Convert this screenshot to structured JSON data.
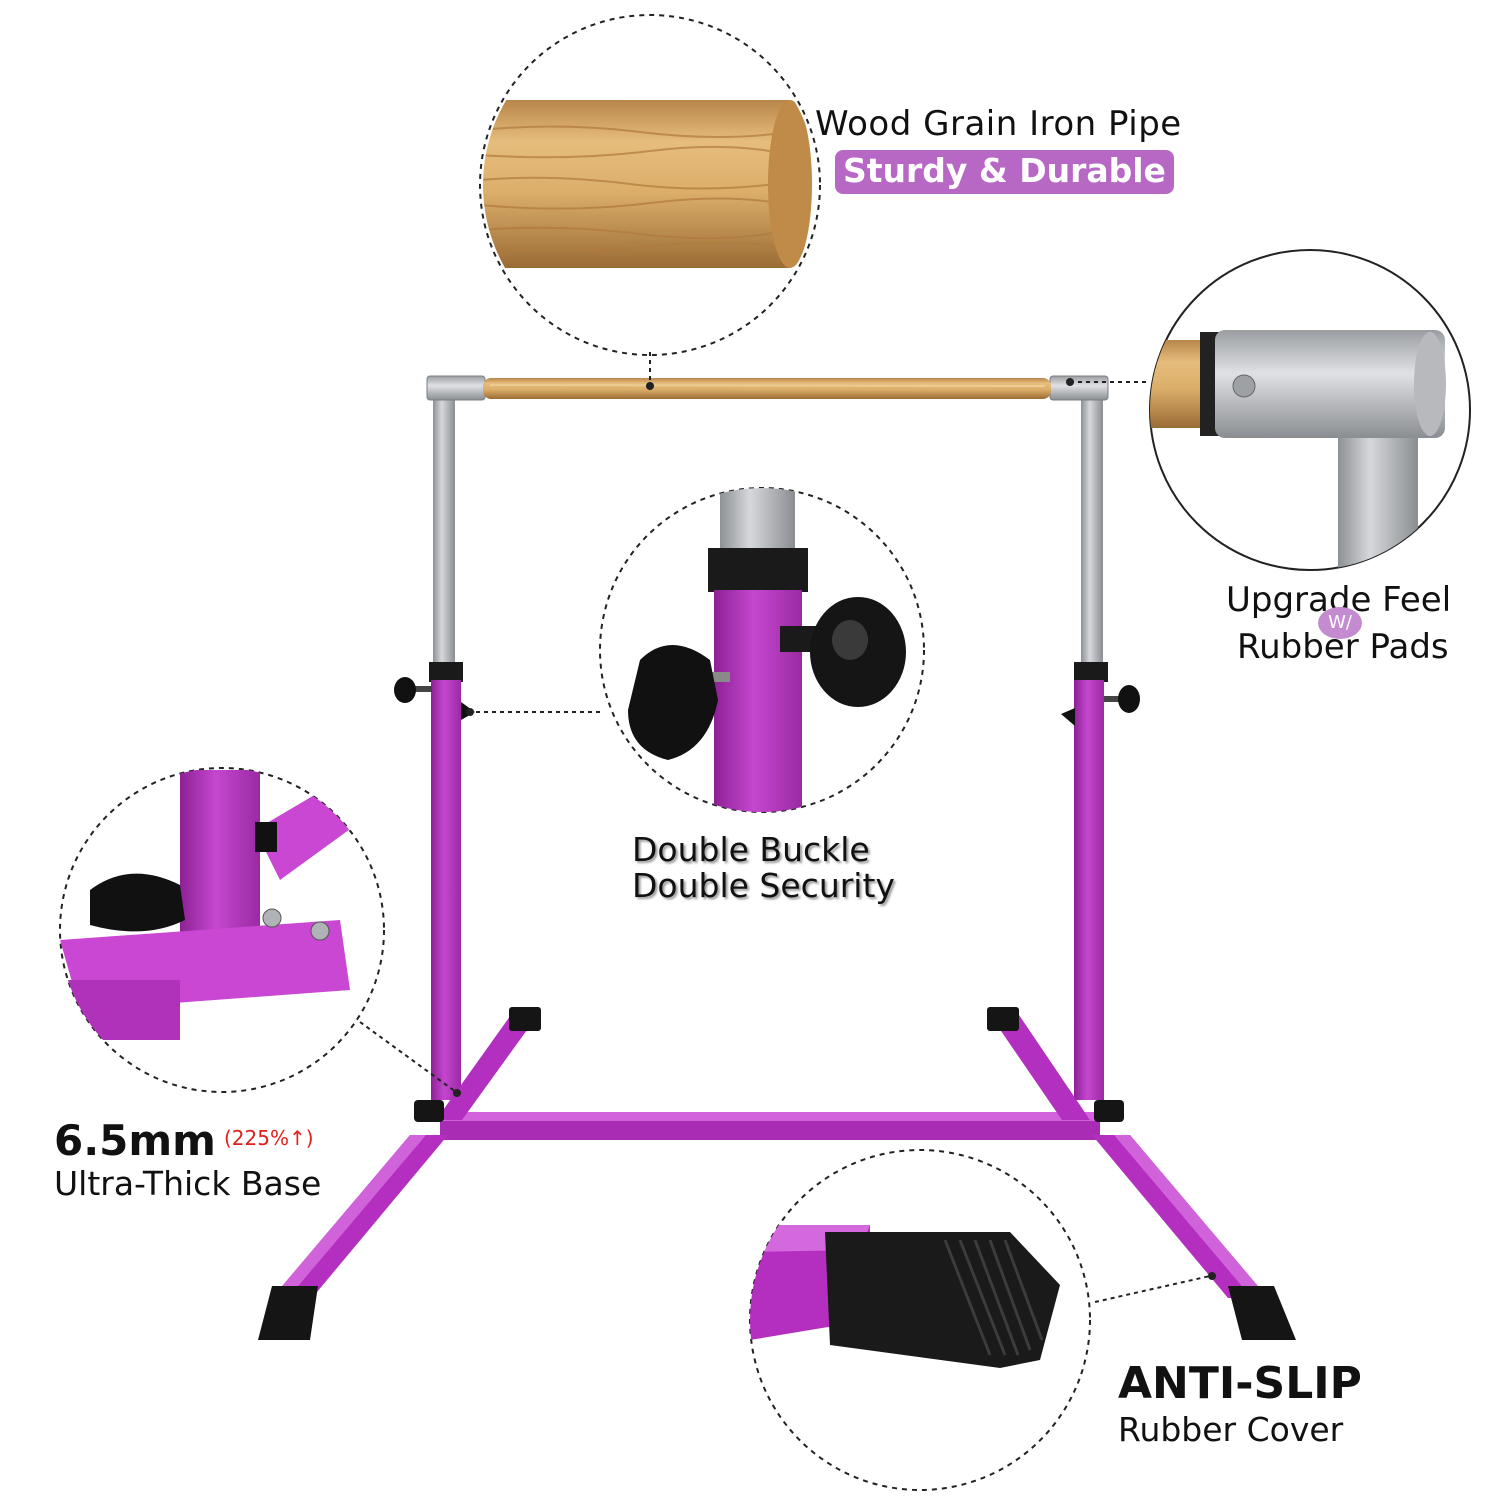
{
  "callouts": {
    "wood_pipe": {
      "title": "Wood Grain Iron Pipe",
      "badge": "Sturdy & Durable"
    },
    "rubber_pads": {
      "line1": "Upgrade Feel",
      "connector": "W/",
      "line2": "Rubber Pads"
    },
    "buckle": {
      "line1": "Double Buckle",
      "line2": "Double Security"
    },
    "base": {
      "big": "6.5mm",
      "pct": "(225%↑)",
      "sub": "Ultra-Thick Base"
    },
    "anti_slip": {
      "big": "ANTI-SLIP",
      "sub": "Rubber Cover"
    }
  },
  "colors": {
    "frame": "#b42fc0",
    "frame_dark": "#8e2196",
    "frame_light": "#cf5bd8",
    "wood": "#d9ac6a",
    "steel": "#b9bbbe",
    "rubber": "#1a1a1a",
    "badge": "#b768c4",
    "accent_red": "#e0201c"
  }
}
